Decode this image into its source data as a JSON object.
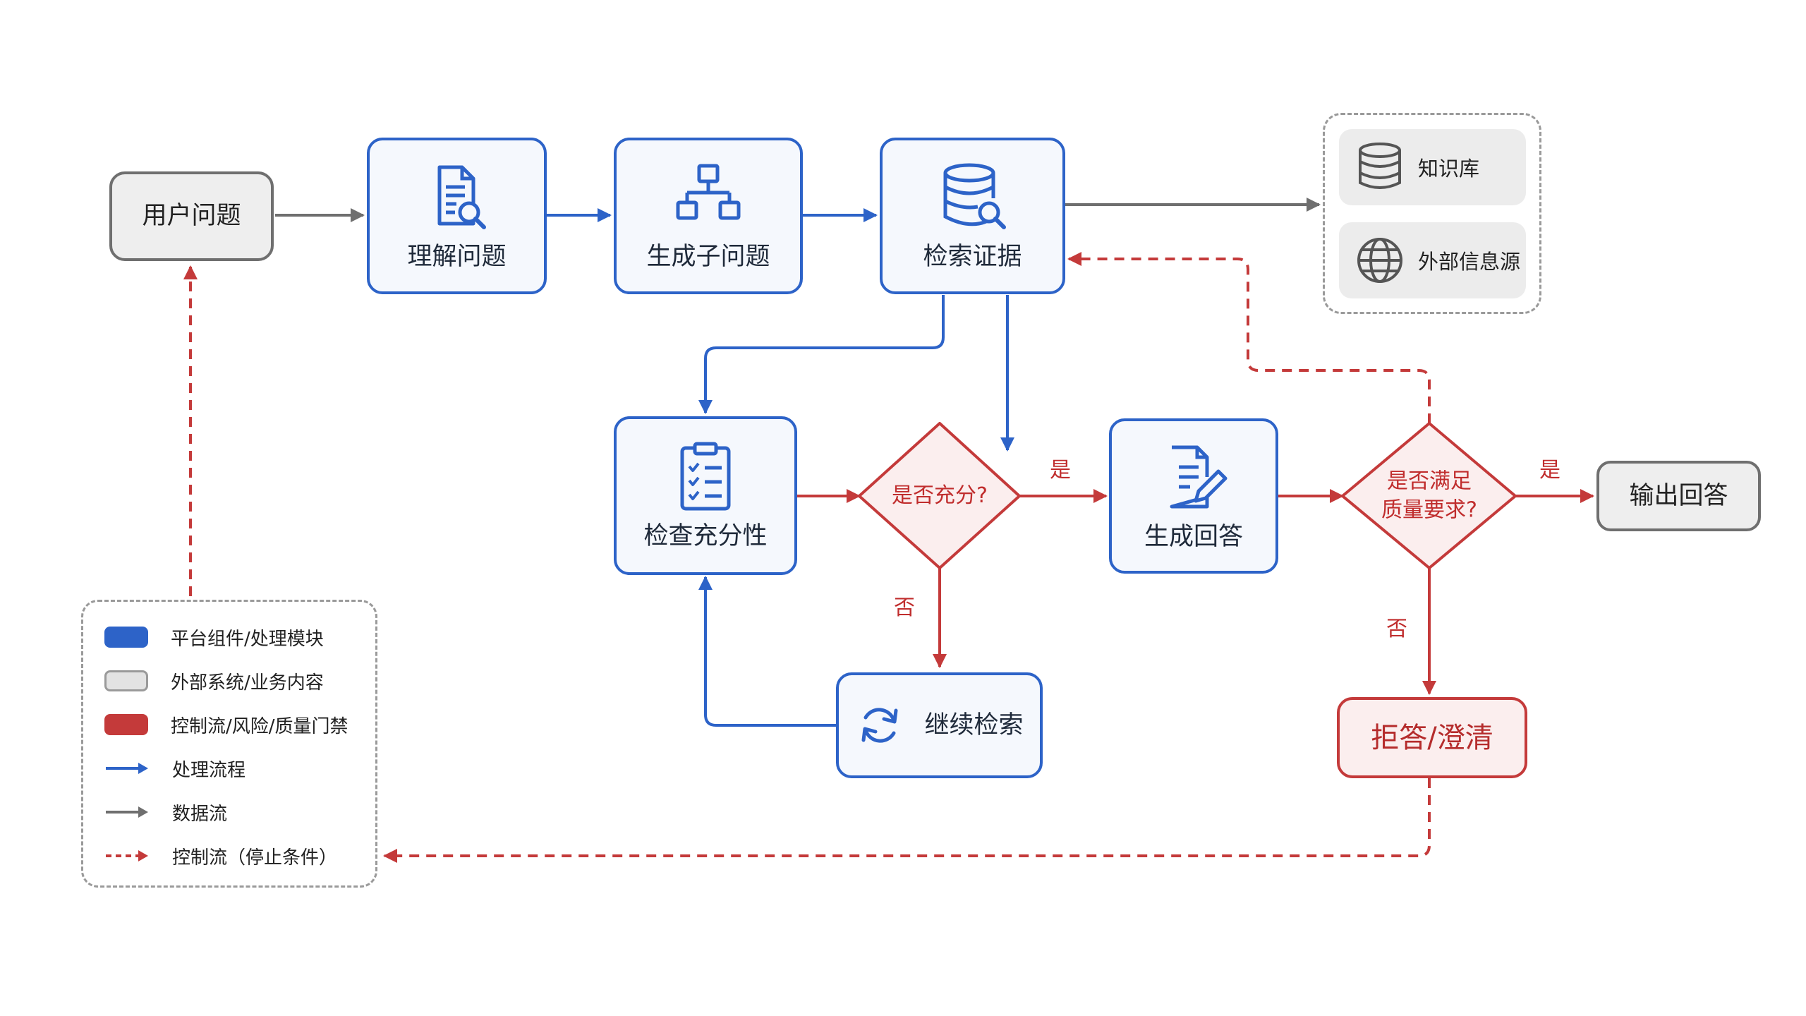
{
  "nodes": {
    "user_question": "用户问题",
    "understand": "理解问题",
    "subquestions": "生成子问题",
    "retrieve": "检索证据",
    "check_sufficiency": "检查充分性",
    "generate_answer": "生成回答",
    "continue_retrieval": "继续检索",
    "output_answer": "输出回答",
    "refuse_clarify": "拒答/澄清"
  },
  "decisions": {
    "sufficient_line1": "是否充分?",
    "quality_line1": "是否满足",
    "quality_line2": "质量要求?"
  },
  "edge_labels": {
    "yes": "是",
    "no": "否"
  },
  "sources": [
    {
      "label": "知识库",
      "icon": "database-icon"
    },
    {
      "label": "外部信息源",
      "icon": "globe-icon"
    }
  ],
  "legend": [
    {
      "label": "平台组件/处理模块",
      "kind": "swatch",
      "color": "#2d63c8"
    },
    {
      "label": "外部系统/业务内容",
      "kind": "swatch",
      "color": "#e3e3e3"
    },
    {
      "label": "控制流/风险/质量门禁",
      "kind": "swatch",
      "color": "#c43a3a"
    },
    {
      "label": "处理流程",
      "kind": "arrow",
      "color": "#2d63c8"
    },
    {
      "label": "数据流",
      "kind": "arrow",
      "color": "#6f6f6f"
    },
    {
      "label": "控制流（停止条件）",
      "kind": "dashed-arrow",
      "color": "#c43a3a"
    }
  ],
  "colors": {
    "blue": "#2d63c8",
    "gray": "#6f6f6f",
    "red": "#c43a3a"
  }
}
